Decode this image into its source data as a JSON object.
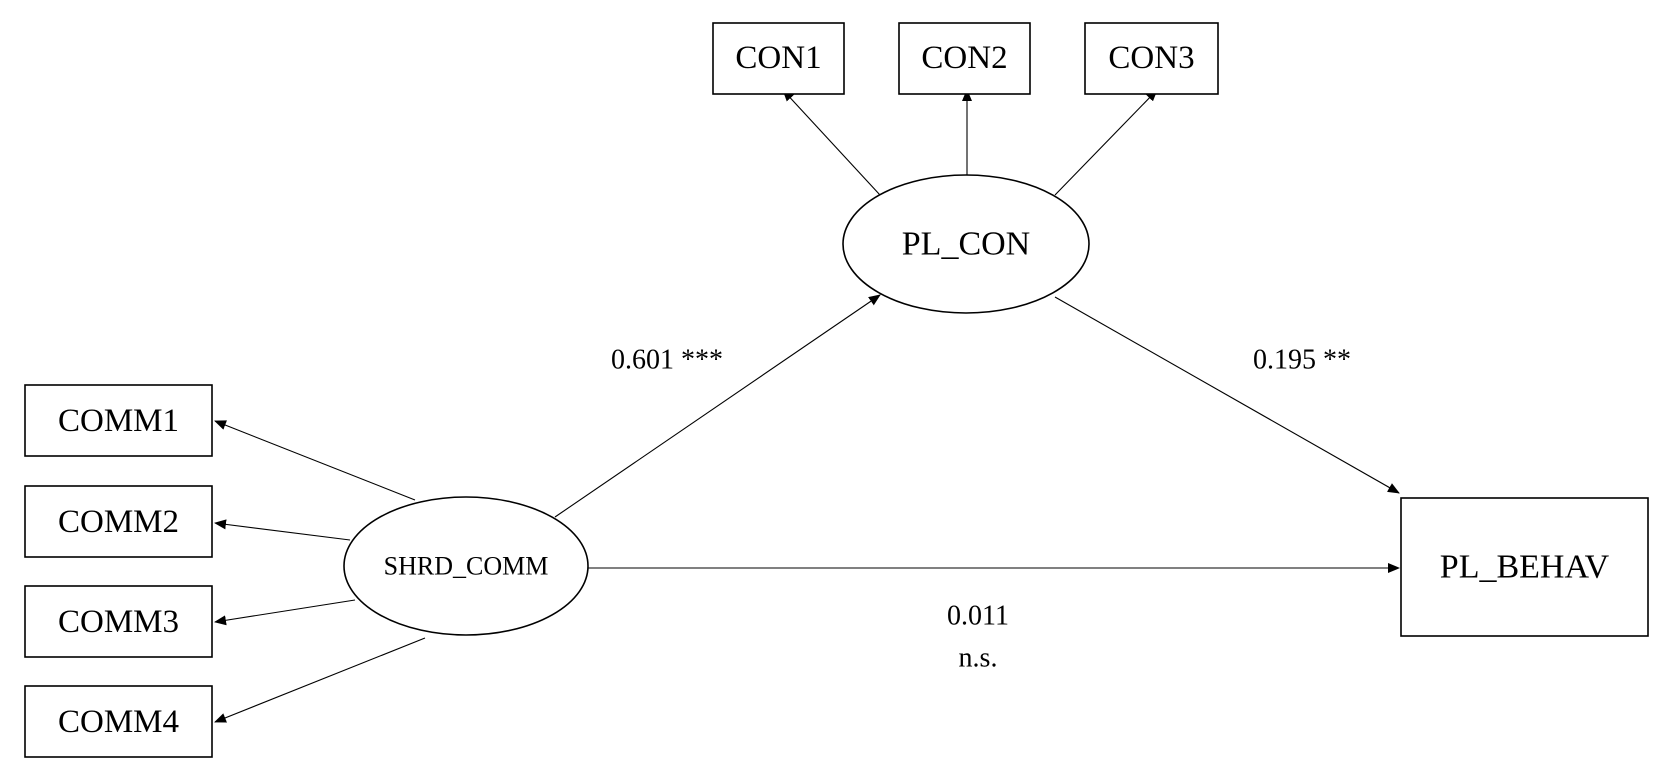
{
  "nodes": {
    "con1": "CON1",
    "con2": "CON2",
    "con3": "CON3",
    "pl_con": "PL_CON",
    "comm1": "COMM1",
    "comm2": "COMM2",
    "comm3": "COMM3",
    "comm4": "COMM4",
    "shrd_comm": "SHRD_COMM",
    "pl_behav": "PL_BEHAV"
  },
  "paths": {
    "shrd_to_plcon": "0.601 ***",
    "plcon_to_behav": "0.195 **",
    "shrd_to_behav_value": "0.011",
    "shrd_to_behav_sig": "n.s."
  }
}
